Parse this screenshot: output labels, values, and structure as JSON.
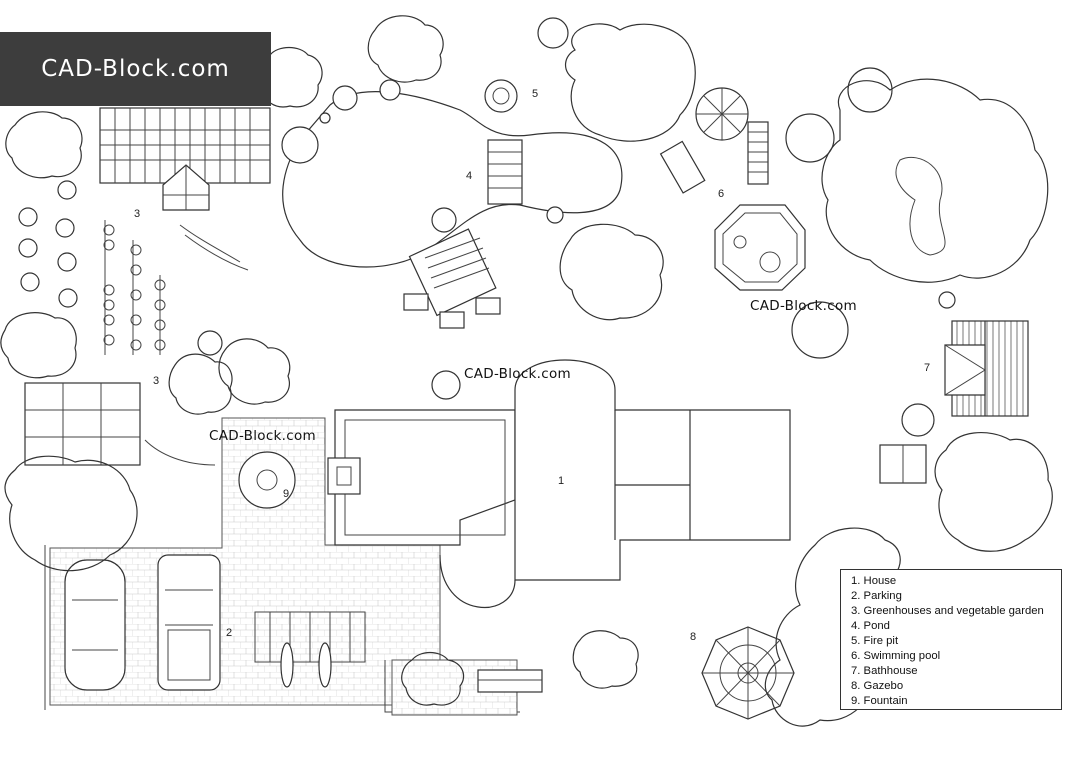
{
  "brand": {
    "label": "CAD-Block.com"
  },
  "watermarks": [
    "CAD-Block.com",
    "CAD-Block.com",
    "CAD-Block.com"
  ],
  "zone_numbers": [
    "1",
    "2",
    "3",
    "3",
    "4",
    "5",
    "6",
    "7",
    "8",
    "9"
  ],
  "legend": {
    "items": [
      "1. House",
      "2. Parking",
      "3. Greenhouses and vegetable garden",
      "4. Pond",
      "5. Fire pit",
      "6. Swimming pool",
      "7. Bathhouse",
      "8. Gazebo",
      "9. Fountain"
    ]
  }
}
